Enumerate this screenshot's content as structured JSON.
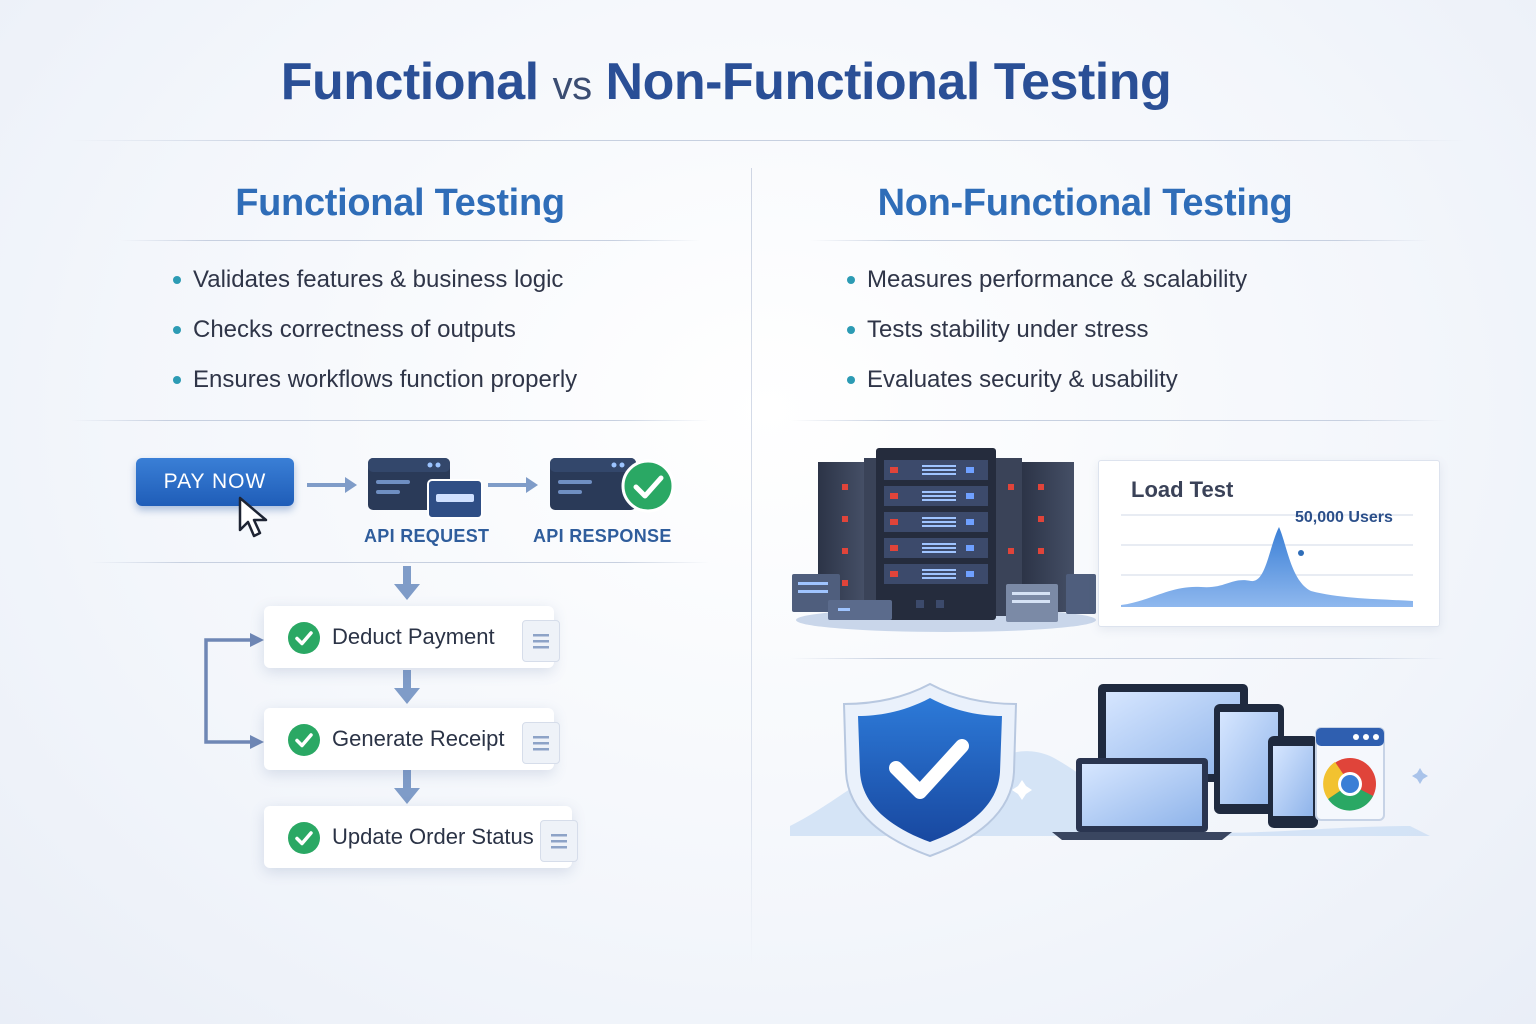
{
  "title": {
    "part1": "Functional",
    "vs": "vs",
    "part2": "Non-Functional Testing"
  },
  "functional": {
    "heading": "Functional Testing",
    "bullets": [
      "Validates features & business logic",
      "Checks correctness of outputs",
      "Ensures workflows function properly"
    ],
    "flow": {
      "button_label": "PAY NOW",
      "request_label": "API REQUEST",
      "response_label": "API RESPONSE"
    },
    "steps": [
      {
        "label": "Deduct Payment"
      },
      {
        "label": "Generate Receipt"
      },
      {
        "label": "Update Order Status"
      }
    ]
  },
  "non_functional": {
    "heading": "Non-Functional Testing",
    "bullets": [
      "Measures performance & scalability",
      "Tests stability under stress",
      "Evaluates security & usability"
    ],
    "load_test": {
      "title": "Load Test",
      "peak_label": "50,000 Users"
    }
  },
  "colors": {
    "title": "#2a4f96",
    "heading": "#2f6db8",
    "accent_blue": "#1f5db8",
    "check_green": "#2aa864",
    "bullet_teal": "#2c9bb4"
  },
  "icons": [
    "cursor-icon",
    "api-request-server-icon",
    "api-response-server-icon",
    "check-icon",
    "document-icon",
    "server-rack-icon",
    "shield-check-icon",
    "devices-icon",
    "browser-icon"
  ]
}
